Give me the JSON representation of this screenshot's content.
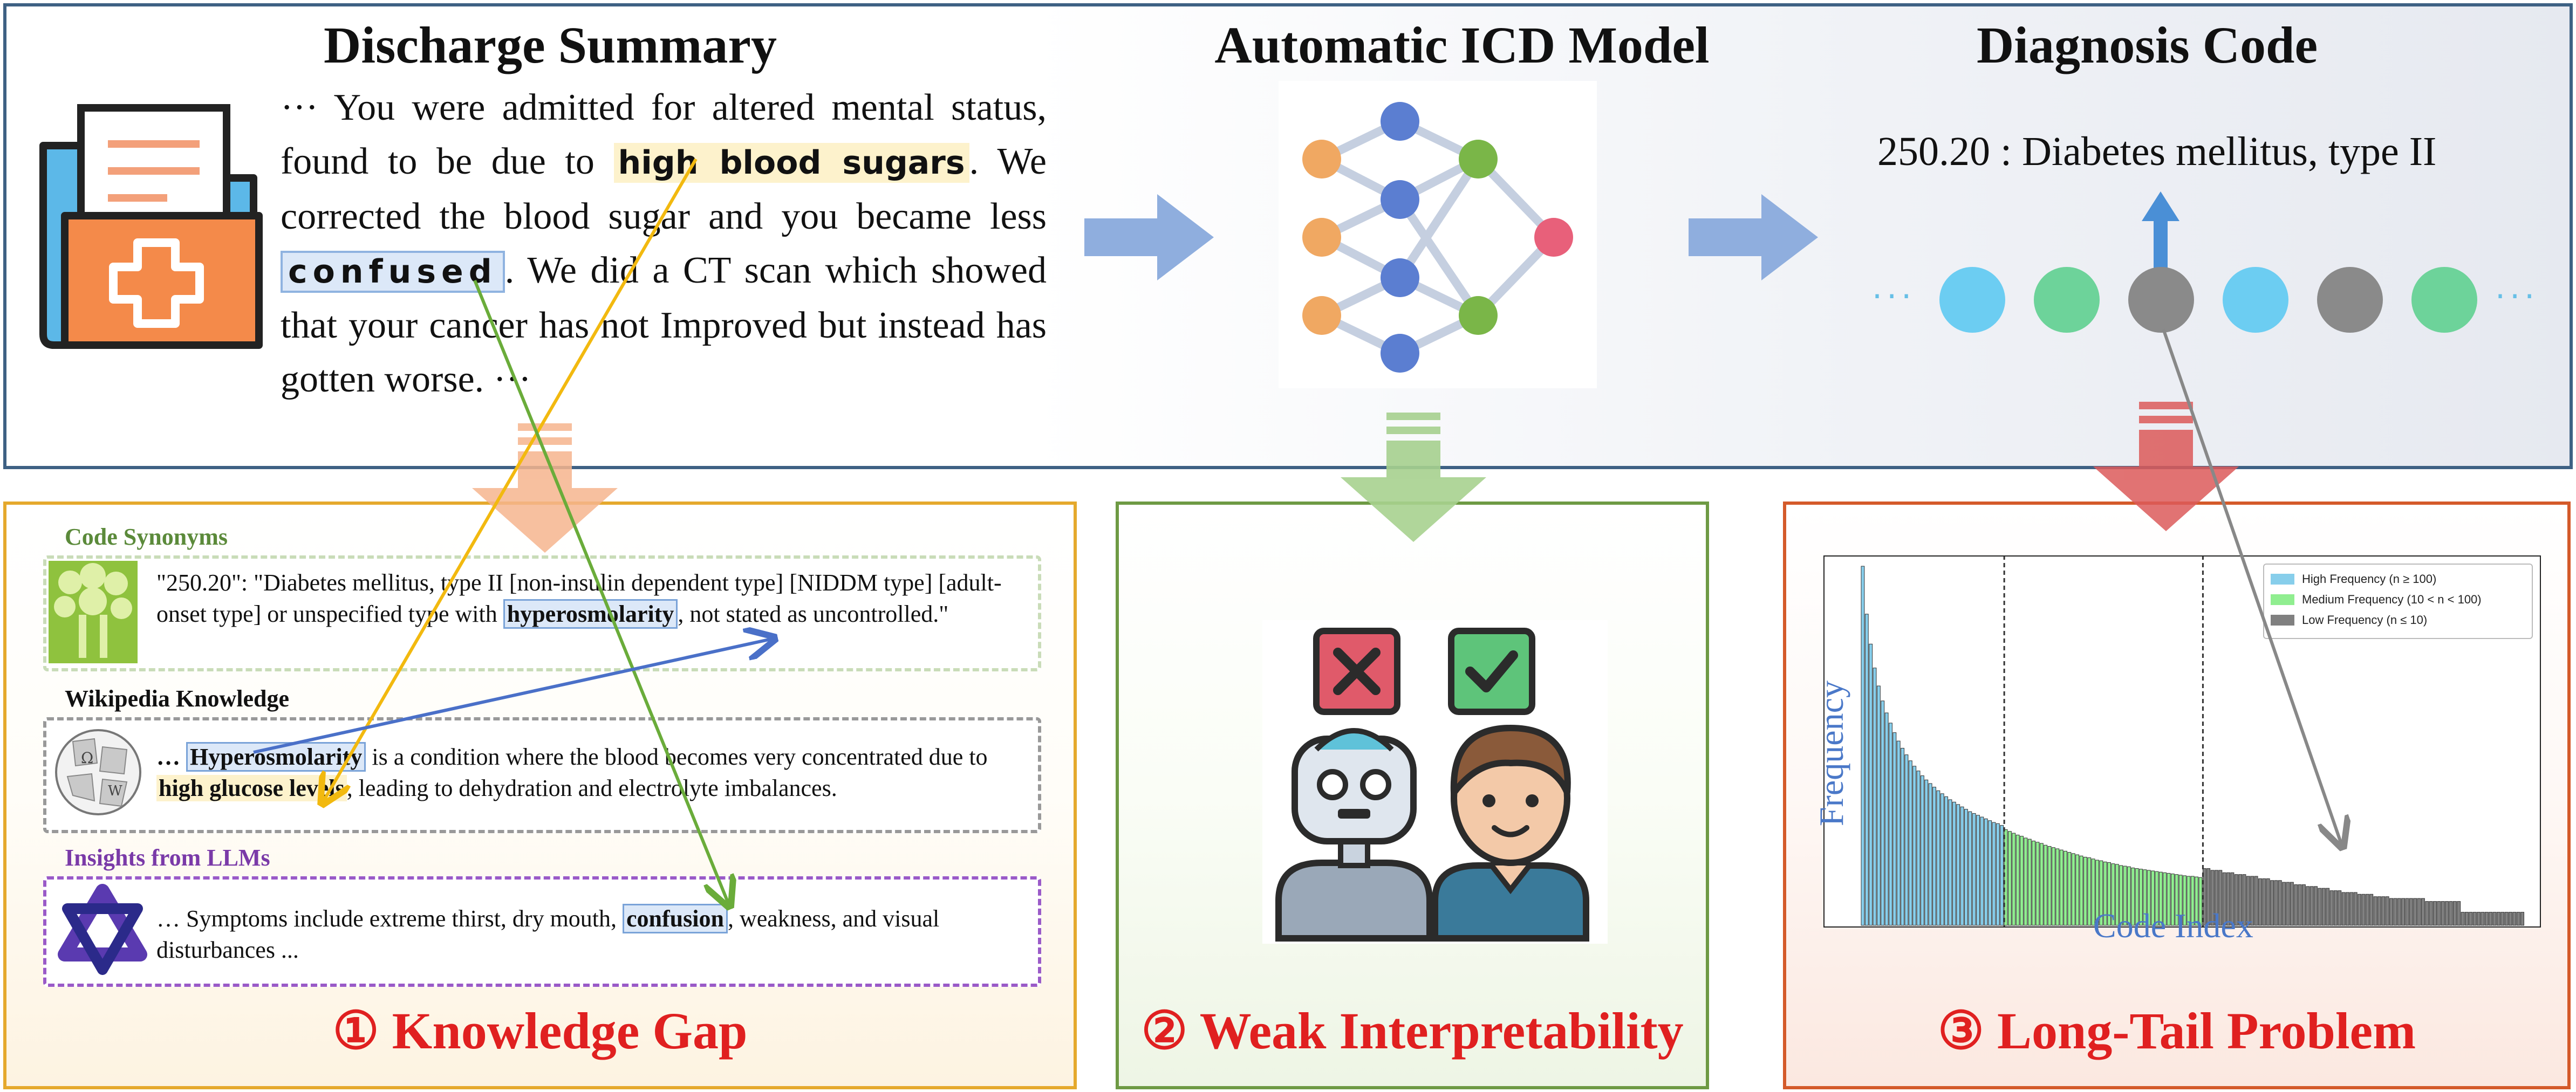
{
  "colors": {
    "top_border": "#3e6184",
    "panel1_border": "#e5a92d",
    "panel2_border": "#6e9a44",
    "panel3_border": "#d45a2a",
    "title_red": "#e02020",
    "high_freq": "#87ceeb",
    "medium_freq": "#90ee90",
    "low_freq": "#808080"
  },
  "top": {
    "summary_header": "Discharge Summary",
    "model_header": "Automatic ICD Model",
    "code_header": "Diagnosis Code",
    "summary": {
      "t1": "··· You were admitted for altered mental status, found to be due to ",
      "h1": "high blood sugars",
      "t2": ". We corrected the blood sugar and you became less ",
      "h2": "confused",
      "t3": ". We did a CT scan which showed that your cancer has not Improved but instead has gotten worse. ···"
    },
    "code_text": "250.20 : Diabetes mellitus, type II",
    "ellipsis_left": "···",
    "ellipsis_right": "···"
  },
  "panel1": {
    "title": "① Knowledge Gap",
    "synonyms": {
      "label": "Code Synonyms",
      "t1": "\"250.20\": \"Diabetes mellitus, type II [non-insulin dependent type] [NIDDM type] [adult-onset type] or unspecified type with ",
      "h1": "hyperosmolarity",
      "t2": ", not stated as uncontrolled.\""
    },
    "wiki": {
      "label": "Wikipedia Knowledge",
      "t0": "… ",
      "h1": "Hyperosmolarity",
      "t1": " is a condition where the blood becomes very concentrated due to ",
      "h2": "high glucose levels",
      "t2": ", leading to dehydration and electrolyte imbalances."
    },
    "llm": {
      "label": "Insights from LLMs",
      "t1": "… Symptoms include extreme thirst, dry mouth, ",
      "h1": "confusion",
      "t2": ", weakness, and visual disturbances ..."
    }
  },
  "panel2": {
    "title": "② Weak Interpretability"
  },
  "panel3": {
    "title": "③ Long-Tail Problem"
  },
  "chart_data": {
    "type": "bar",
    "xlabel": "Code Index",
    "ylabel": "Frequency",
    "legend_placement": "top-right",
    "series": [
      {
        "name": "High Frequency (n ≥ 100)",
        "color": "#87ceeb",
        "values": [
          600,
          520,
          470,
          430,
          400,
          375,
          355,
          338,
          322,
          308,
          296,
          285,
          275,
          266,
          258,
          250,
          243,
          237,
          231,
          225,
          220,
          215,
          210,
          206,
          202,
          198,
          194,
          190,
          187,
          184,
          181,
          178,
          175,
          172,
          170,
          167
        ]
      },
      {
        "name": "Medium Frequency (10 < n < 100)",
        "color": "#90ee90",
        "values": [
          160,
          157,
          154,
          151,
          149,
          146,
          144,
          141,
          139,
          137,
          134,
          132,
          130,
          128,
          126,
          124,
          122,
          120,
          118,
          116,
          114,
          113,
          111,
          109,
          108,
          106,
          105,
          103,
          102,
          100,
          99,
          98,
          96,
          95,
          94,
          93,
          92,
          91,
          90,
          89,
          88,
          87,
          86,
          85,
          84,
          83,
          82,
          82,
          81,
          80
        ]
      },
      {
        "name": "Low Frequency (n ≤ 10)",
        "color": "#808080",
        "values": [
          95,
          95,
          92,
          92,
          92,
          88,
          88,
          88,
          85,
          85,
          85,
          82,
          82,
          82,
          78,
          78,
          78,
          75,
          75,
          75,
          72,
          72,
          72,
          68,
          68,
          68,
          65,
          65,
          65,
          62,
          62,
          62,
          58,
          58,
          58,
          55,
          55,
          55,
          55,
          52,
          52,
          52,
          52,
          48,
          48,
          48,
          48,
          45,
          45,
          45,
          45,
          45,
          45,
          45,
          45,
          45,
          40,
          40,
          40,
          40,
          40,
          40,
          40,
          40,
          40,
          22,
          22,
          22,
          22,
          22,
          22,
          22,
          22,
          22,
          22,
          22,
          22,
          22,
          22,
          22,
          22
        ]
      }
    ]
  }
}
